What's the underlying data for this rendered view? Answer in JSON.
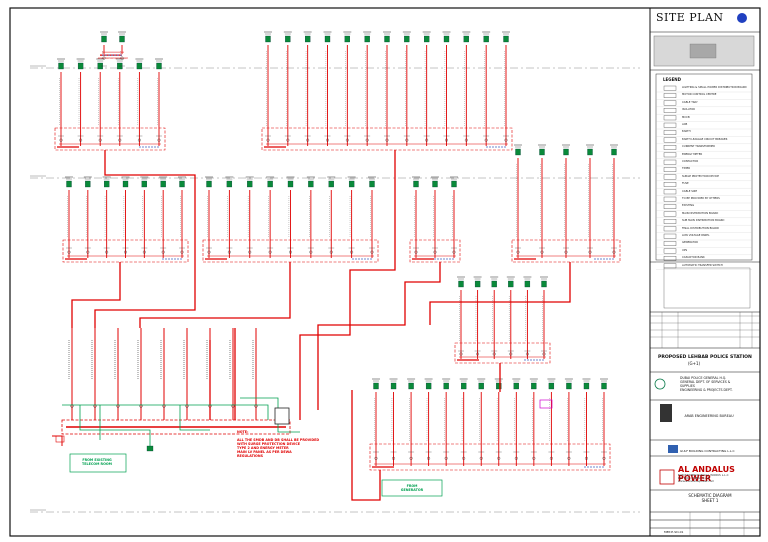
{
  "drawing": {
    "site_plan_title": "SITE PLAN",
    "legend_title": "LEGEND",
    "legend_items": [
      "LIGHTING & SMALL POWER DISTRIBUTION BOARD",
      "MOTOR CONTROL CENTRE",
      "CABLE TRAY",
      "ISOLATOR",
      "MCCB",
      "ACB",
      "EARTH",
      "EARTH LEAKAGE CIRCUIT BREAKER",
      "CURRENT TRANSFORMER",
      "ENERGY METER",
      "CONTACTOR",
      "TIMER",
      "SURGE PROTECTION DEVICE",
      "FUSE",
      "CABLE SIZE",
      "TO BE PROVIDED BY OTHERS",
      "EXISTING",
      "MAIN DISTRIBUTION BOARD",
      "SUB MAIN DISTRIBUTION BOARD",
      "FINAL DISTRIBUTION BOARD",
      "LOW VOLTAGE PANEL",
      "GENERATOR",
      "UPS",
      "CAPACITOR BANK",
      "AUTOMATIC TRANSFER SWITCH"
    ],
    "project_title": "PROPOSED  LEHBAB POLICE STATION",
    "project_subtitle": "(G+1)",
    "client_lines": [
      "DUBAI POLICE GENERAL H.Q.",
      "GENERAL DEPT. OF SERVICES & SUPPLIES",
      "ENGINEERING & PROJECTS DEPT."
    ],
    "consultant_name": "ARAB ENGINEERING BUREAU",
    "contractor_name": "GULF BUILDING CONTRACTING L.L.C",
    "subcontractor_name": "AL ANDALUS POWER",
    "subcontractor_lines": [
      "ELECTROMECHANICAL WORKS L.L.C",
      "P.O. BOX, DUBAI, U.A.E",
      "www.alandaluspower.com"
    ],
    "drawing_title_lines": [
      "SCHEMATIC DIAGRAM",
      "SHEET 1"
    ],
    "drawing_number": "MEP-E-SD-01"
  },
  "schematic": {
    "note_title": "NOTE:",
    "note_lines": [
      "ALL THE SMDB AND DB SHALL BE PROVIDED",
      "WITH SURGE PROTECTION DEVICE",
      "TYPE 2 AND ENERGY METER",
      "MAIN LV PANEL AS PER DEWA",
      "REGULATIONS"
    ],
    "green_box_1": [
      "FROM EXISTING",
      "TELECOM ROOM"
    ],
    "green_box_2": [
      "FROM",
      "GENERATOR"
    ]
  }
}
